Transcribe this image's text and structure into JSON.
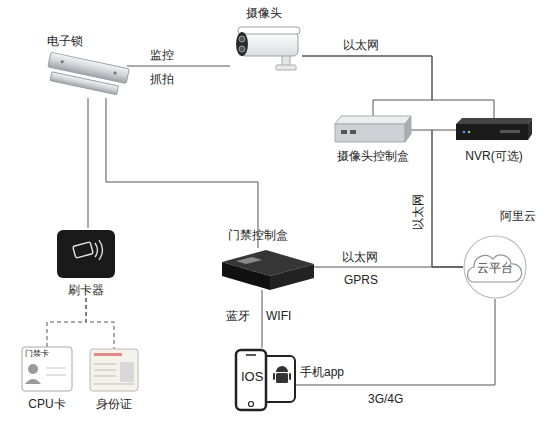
{
  "diagram": {
    "nodes": [
      {
        "text": [
          "电子锁"
        ]
      },
      {
        "text": [
          "摄像头"
        ]
      },
      {
        "text": [
          "摄像头控制盒"
        ]
      },
      {
        "text": [
          "NVR(可选)"
        ]
      },
      {
        "text": [
          "刷卡器"
        ]
      },
      {
        "text": [
          "门禁控制盒"
        ]
      },
      {
        "text": [
          "阿里云",
          "云平台"
        ]
      },
      {
        "text": [
          "门禁卡",
          "CPU卡"
        ]
      },
      {
        "text": [
          "身份证"
        ]
      },
      {
        "text": [
          "IOS",
          "手机app"
        ]
      }
    ],
    "edges": [
      {
        "from": 0,
        "to": 1,
        "arrow": "none",
        "label": "监控"
      },
      {
        "from": 1,
        "to": 2,
        "arrow": "none",
        "label": "以太网"
      },
      {
        "from": 1,
        "to": 3,
        "arrow": "none"
      },
      {
        "from": 2,
        "to": 6,
        "arrow": "none",
        "label": "以太网"
      },
      {
        "from": 3,
        "to": 6,
        "arrow": "none"
      },
      {
        "from": 0,
        "to": 4,
        "arrow": "none"
      },
      {
        "from": 0,
        "to": 5,
        "arrow": "none"
      },
      {
        "from": 4,
        "to": 7,
        "arrow": "none"
      },
      {
        "from": 4,
        "to": 8,
        "arrow": "none"
      },
      {
        "from": 5,
        "to": 6,
        "arrow": "none",
        "label": "以太网"
      },
      {
        "from": 5,
        "to": 9,
        "arrow": "none",
        "label": "蓝牙"
      },
      {
        "from": 9,
        "to": 6,
        "arrow": "none",
        "label": "3G/4G"
      }
    ],
    "labels": [
      "抓拍",
      "GPRS",
      "WIFI"
    ]
  }
}
